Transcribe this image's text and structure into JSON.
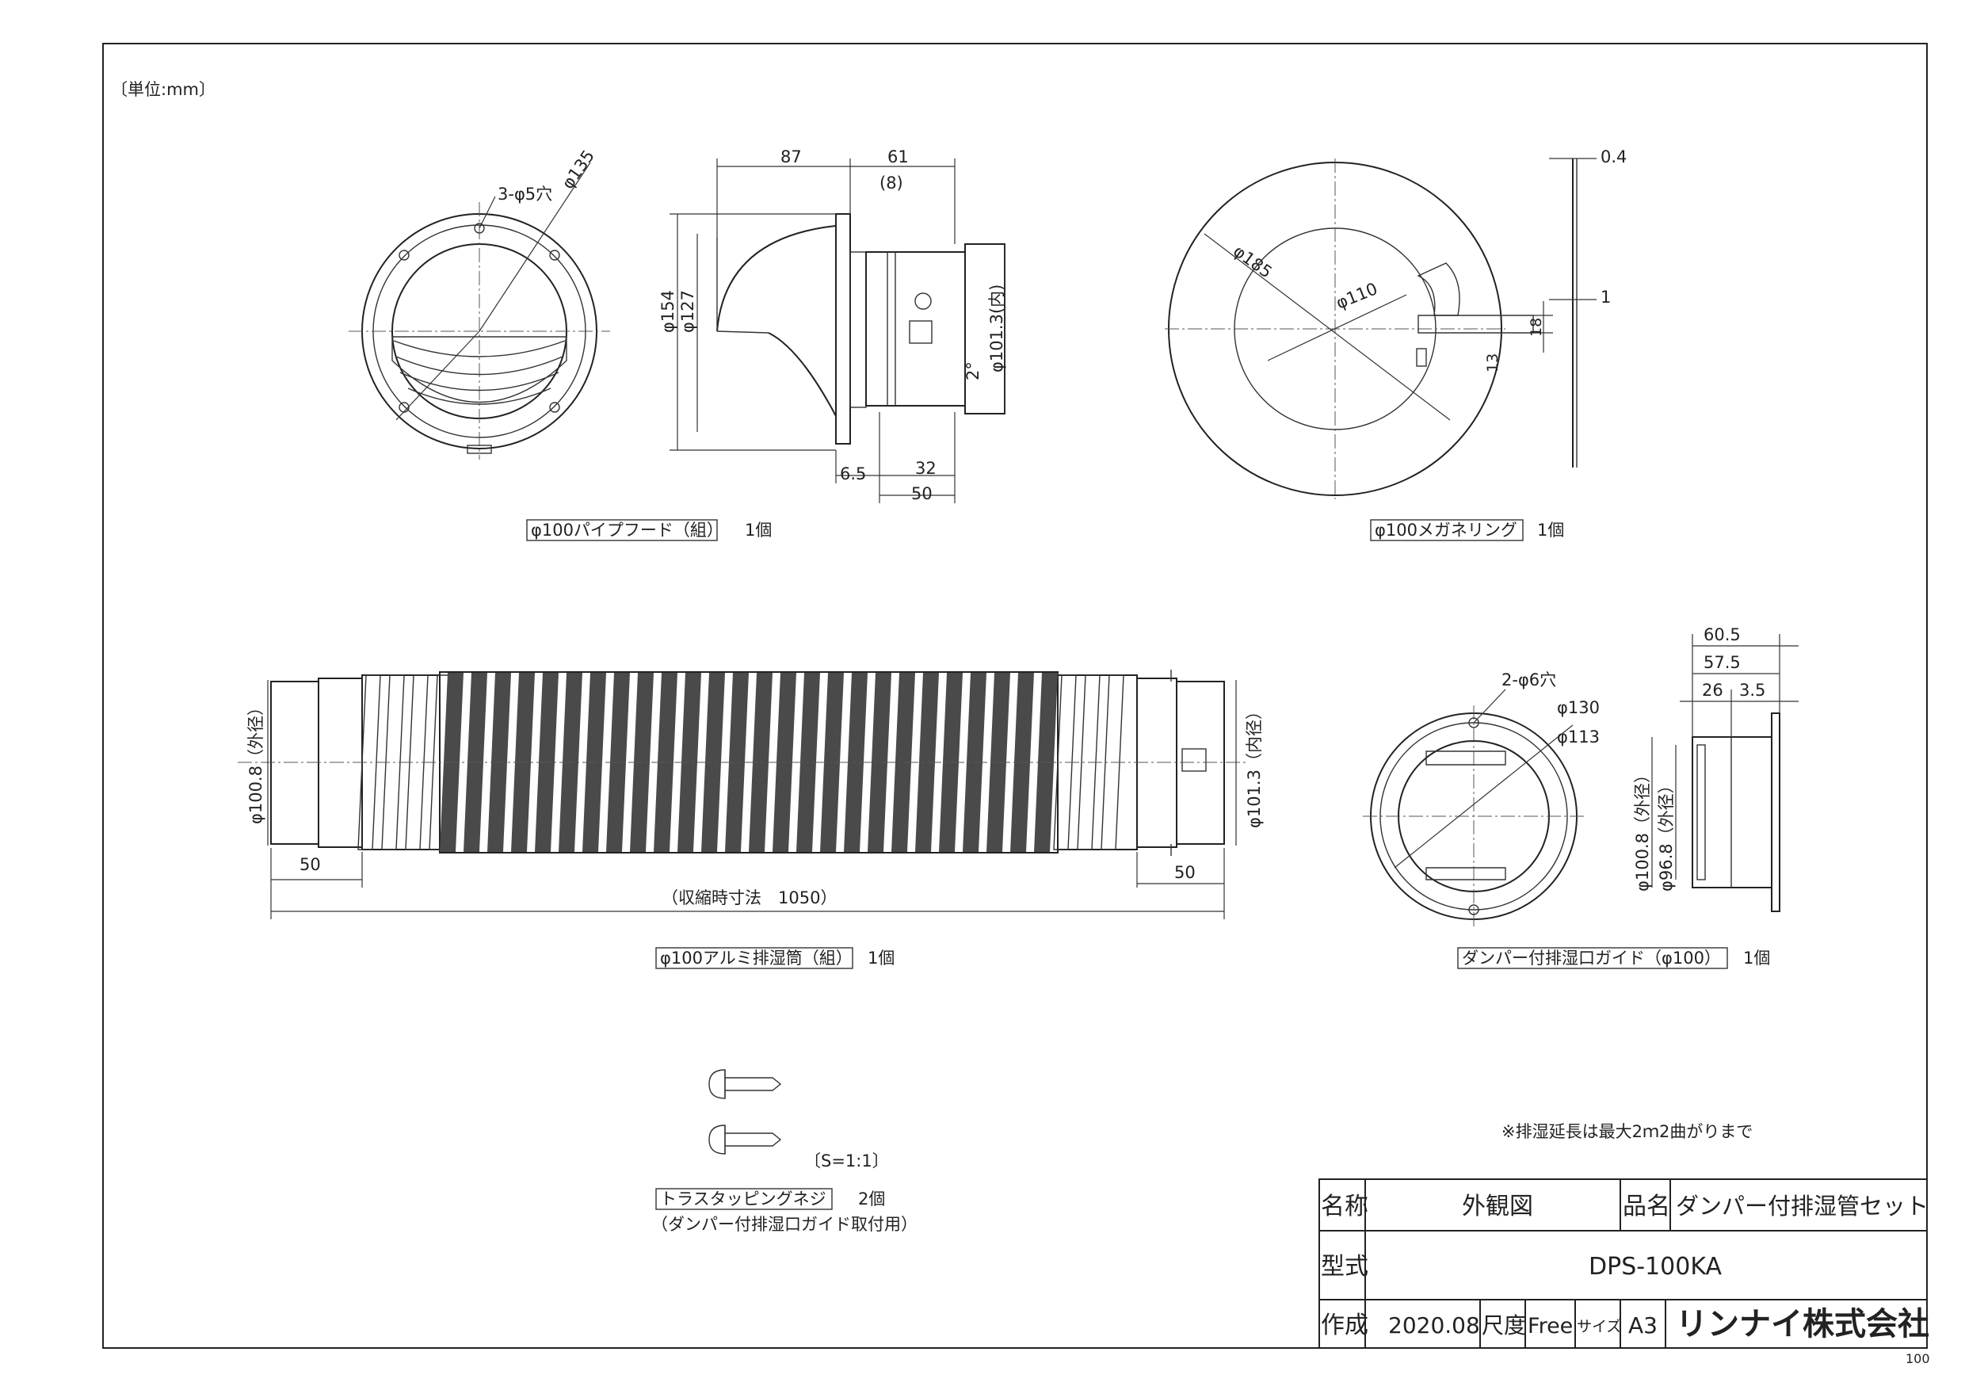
{
  "unit_note": "〔単位:mm〕",
  "parts": {
    "pipe_hood": {
      "label": "φ100パイプフード（組）",
      "qty": "1個",
      "dims": {
        "holes": "3-φ5穴",
        "d135": "φ135",
        "l87": "87",
        "l61": "61",
        "l8": "(8)",
        "d154": "φ154",
        "d127": "φ127",
        "d101": "φ101.3(内)",
        "ang": "2°",
        "l65": "6.5",
        "l32": "32",
        "l50": "50"
      }
    },
    "megane_ring": {
      "label": "φ100メガネリング",
      "qty": "1個",
      "dims": {
        "d185": "φ185",
        "d110": "φ110",
        "t04": "0.4",
        "t1": "1",
        "h18": "18",
        "h13": "13"
      }
    },
    "alu_duct": {
      "label": "φ100アルミ排湿筒（組）",
      "qty": "1個",
      "dims": {
        "outer": "φ100.8（外径）",
        "inner": "φ101.3（内径）",
        "l50a": "50",
        "l50b": "50",
        "total": "（収縮時寸法　1050）"
      }
    },
    "damper_guide": {
      "label": "ダンパー付排湿口ガイド（φ100）",
      "qty": "1個",
      "dims": {
        "holes": "2-φ6穴",
        "d130": "φ130",
        "d113": "φ113",
        "w605": "60.5",
        "w575": "57.5",
        "w26": "26",
        "w35": "3.5",
        "o1008": "φ100.8（外径）",
        "o968": "φ96.8（外径）"
      }
    },
    "screw": {
      "label": "トラスタッピングネジ",
      "qty": "2個",
      "note": "（ダンパー付排湿口ガイド取付用）",
      "scale": "〔S=1:1〕"
    }
  },
  "extension_note": "※排湿延長は最大2ｍ2曲がりまで",
  "title_block": {
    "name_label": "名称",
    "name_value": "外観図",
    "product_label": "品名",
    "product_value": "ダンパー付排湿管セット",
    "model_label": "型式",
    "model_value": "DPS-100KA",
    "made_label": "作成",
    "made_value": "2020.08",
    "scale_label": "尺度",
    "scale_value": "Free",
    "size_label": "サイズ",
    "size_value": "A3",
    "company": "リンナイ株式会社"
  },
  "sheet_code": "100"
}
